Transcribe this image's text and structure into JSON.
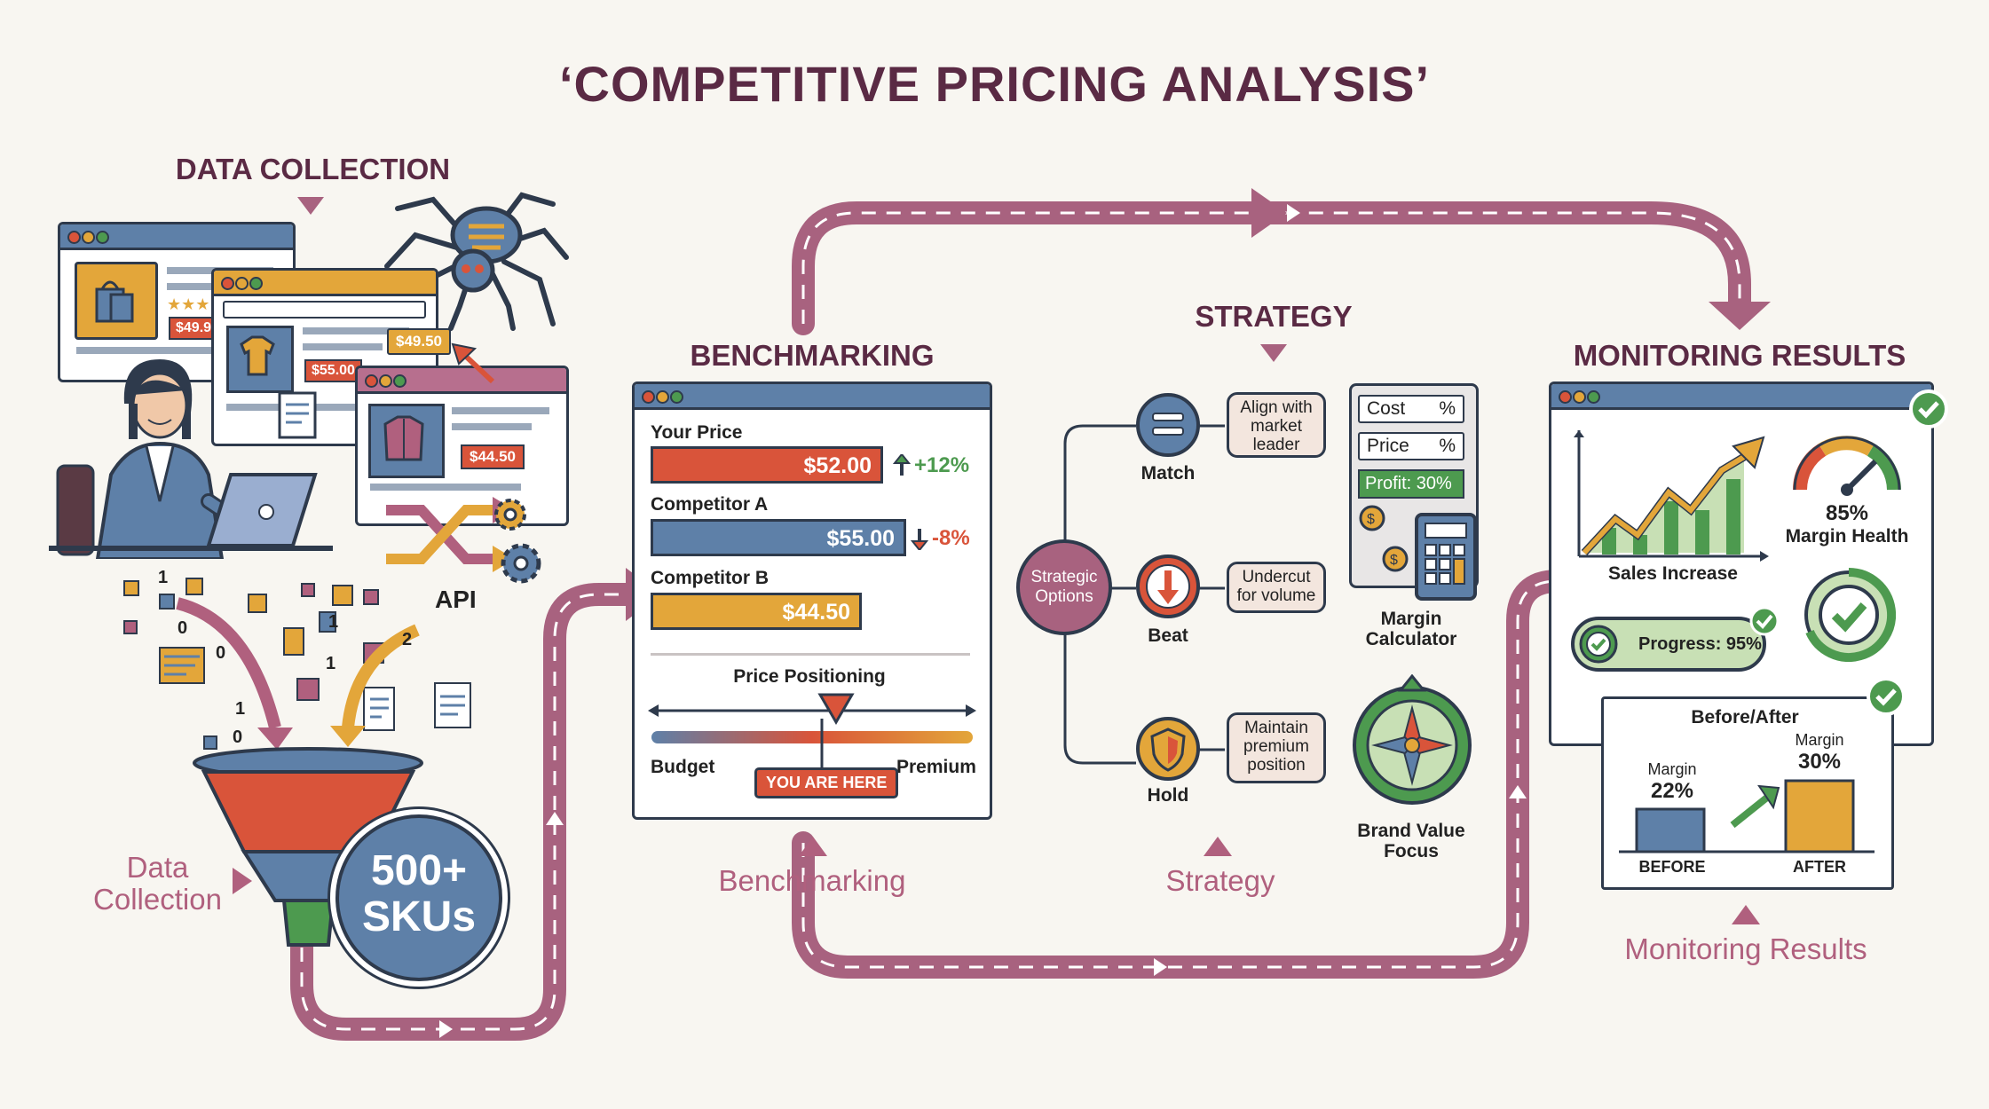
{
  "title": "‘COMPETITIVE PRICING ANALYSIS’",
  "sections": {
    "data_collection": "DATA COLLECTION",
    "benchmarking": "BENCHMARKING",
    "strategy": "STRATEGY",
    "monitoring": "MONITORING RESULTS"
  },
  "stage_labels": {
    "data_collection": "Data\nCollection",
    "benchmarking": "Benchmarking",
    "strategy": "Strategy",
    "monitoring": "Monitoring Results"
  },
  "data_collection": {
    "price_tags": [
      "$49.9",
      "$55.00",
      "$49.50",
      "$44.50"
    ],
    "stars": "★★★",
    "api_label": "API",
    "digits": [
      "1",
      "0",
      "0",
      "1",
      "1",
      "2",
      "1",
      "0"
    ],
    "sku_line1": "500+",
    "sku_line2": "SKUs"
  },
  "benchmarking": {
    "rows": [
      {
        "label": "Your Price",
        "price": "$52.00",
        "change": "+12%",
        "direction": "up",
        "color": "#d9543a"
      },
      {
        "label": "Competitor A",
        "price": "$55.00",
        "change": "-8%",
        "direction": "down",
        "color": "#5e80a8"
      },
      {
        "label": "Competitor B",
        "price": "$44.50",
        "change": "",
        "direction": "",
        "color": "#e3a63a"
      }
    ],
    "positioning_title": "Price Positioning",
    "budget": "Budget",
    "premium": "Premium",
    "you_are_here": "YOU ARE HERE"
  },
  "strategy": {
    "hub_label": "Strategic\nOptions",
    "options": [
      {
        "name": "Match",
        "desc": "Align with market leader"
      },
      {
        "name": "Beat",
        "desc": "Undercut for volume"
      },
      {
        "name": "Hold",
        "desc": "Maintain premium position"
      }
    ],
    "calculator": {
      "cost": "Cost",
      "price": "Price",
      "percent": "%",
      "profit": "Profit: 30%",
      "label": "Margin\nCalculator"
    },
    "compass_label": "Brand Value\nFocus"
  },
  "monitoring": {
    "sales_increase": "Sales Increase",
    "margin_health_value": "85%",
    "margin_health_label": "Margin Health",
    "progress": "Progress: 95%",
    "before_after_title": "Before/After",
    "before": {
      "caption": "Margin",
      "value": "22%",
      "label": "BEFORE"
    },
    "after": {
      "caption": "Margin",
      "value": "30%",
      "label": "AFTER"
    }
  },
  "colors": {
    "flow": "#a8627f",
    "accent_dark": "#5a2a44",
    "red": "#d9543a",
    "blue": "#5e80a8",
    "gold": "#e3a63a",
    "green": "#4d9a4f",
    "green_light": "#c8e0b5"
  }
}
